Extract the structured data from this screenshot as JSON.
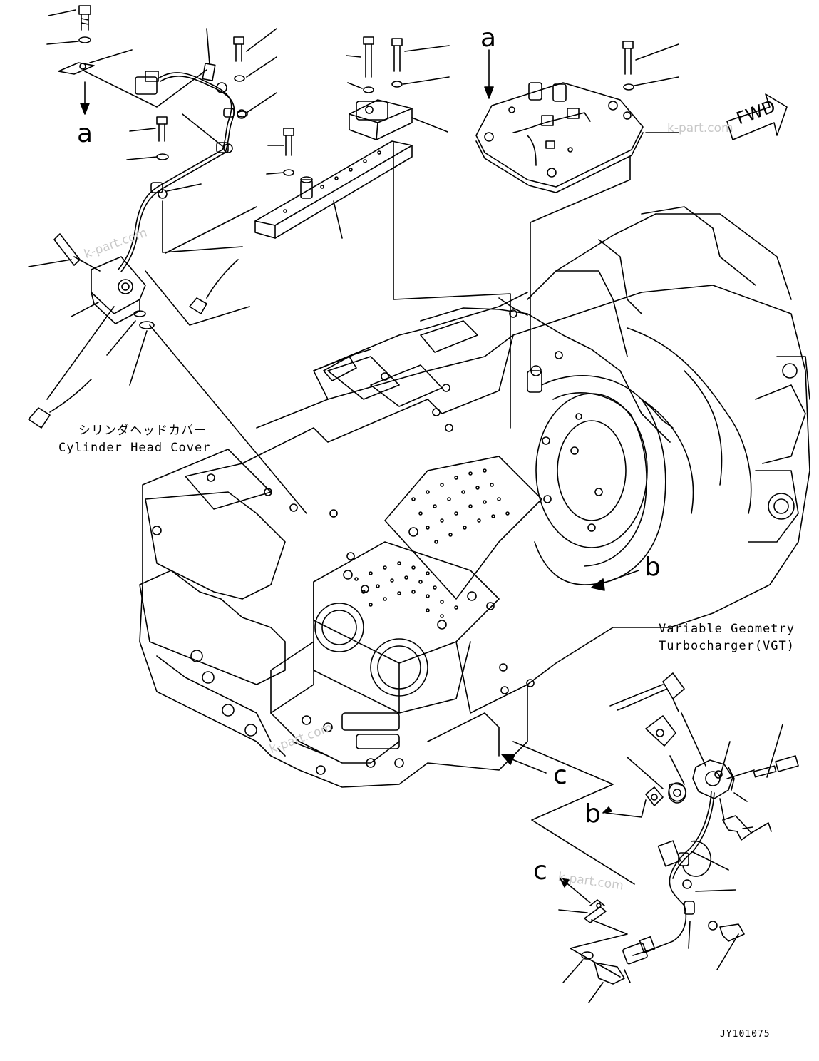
{
  "refs": {
    "a_top_left": "a",
    "a_top_right": "a",
    "b_main": "b",
    "b_detail": "b",
    "c_main": "c",
    "c_detail": "c"
  },
  "labels": {
    "cylinder_head_cover_jp": "シリンダヘッドカバー",
    "cylinder_head_cover_en": "Cylinder Head Cover",
    "vgt_line1": "Variable Geometry",
    "vgt_line2": "Turbocharger(VGT)",
    "fwd": "FWD",
    "drawing_code": "JY101075"
  },
  "watermarks": {
    "w1": "k-part.com",
    "w2": "k-part.com",
    "w3": "k-part.com",
    "w4": "k-part.com"
  }
}
